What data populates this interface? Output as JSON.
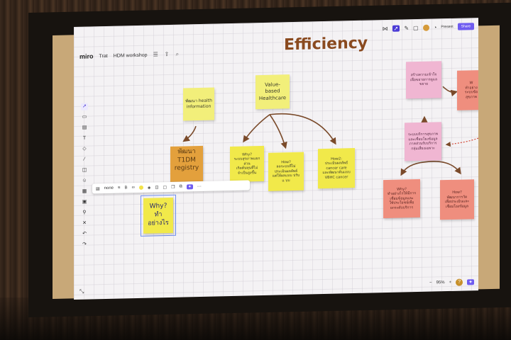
{
  "app": {
    "logo": "miro",
    "board_crumb": "Trat",
    "board_name": "HDM workshop",
    "icons": [
      "settings-icon",
      "share-export-icon",
      "search-icon"
    ]
  },
  "topbar_right": {
    "present_label": "Present",
    "share_label": "Share"
  },
  "title": "Efficiency",
  "notes": {
    "value_based": "Value-\nbased\nHealthcare",
    "health_info": "พัฒนา health\ninformation",
    "t1dm": "พัฒนา\nT1DM\nregistry",
    "why1": "Why?\nระบบสุขภาพแยก\nส่วน\nเกิดต้นทุนที่ไม่จำเป็นสูงขึ้น",
    "how1": "How?\nลดระบบที่ไม่\nประเมินผลลัพธ์\nแต่ให้ผลแบบ ปรับ\nแ บบ",
    "how2": "How2:\nประเมินผลลัพธ์\ncancer care\nและพัฒนาต้นแบบ\nVBHC cancer",
    "why_big": "Why?\nทำอย่างไร",
    "pink_top": "สร้างความเข้าใจ\nเพื่อขยายการดูแล\nขยาย",
    "pink_right_edge": "W\nทำอย่าง\nระบบข้อ\nสุขภาพ",
    "pink_mid": "ระบบบริการสุขภาพ\nและเชื่อมโยงข้อมูล\nภาคส่วนรับบริการ\nกลุ่มเสี่ยงเฉพาะ",
    "salmon_why": "Why?\nทำอย่างไรให้มีการ\nเชื่อมข้อมูลและ\nใช้ประโยชน์เพื่อ\nยกระดับบริการ",
    "salmon_how": "How?\nพัฒนาการวัด\nเพื่อประเมินและ\nเชื่อมโยงข้อมูล"
  },
  "toolbar_float": {
    "font_size": "none"
  },
  "zoom": {
    "level": "95%",
    "help": "?"
  },
  "colors": {
    "accent": "#6f5cf0",
    "title_brown": "#8a4a1f",
    "arrow": "#7a4a2a"
  }
}
